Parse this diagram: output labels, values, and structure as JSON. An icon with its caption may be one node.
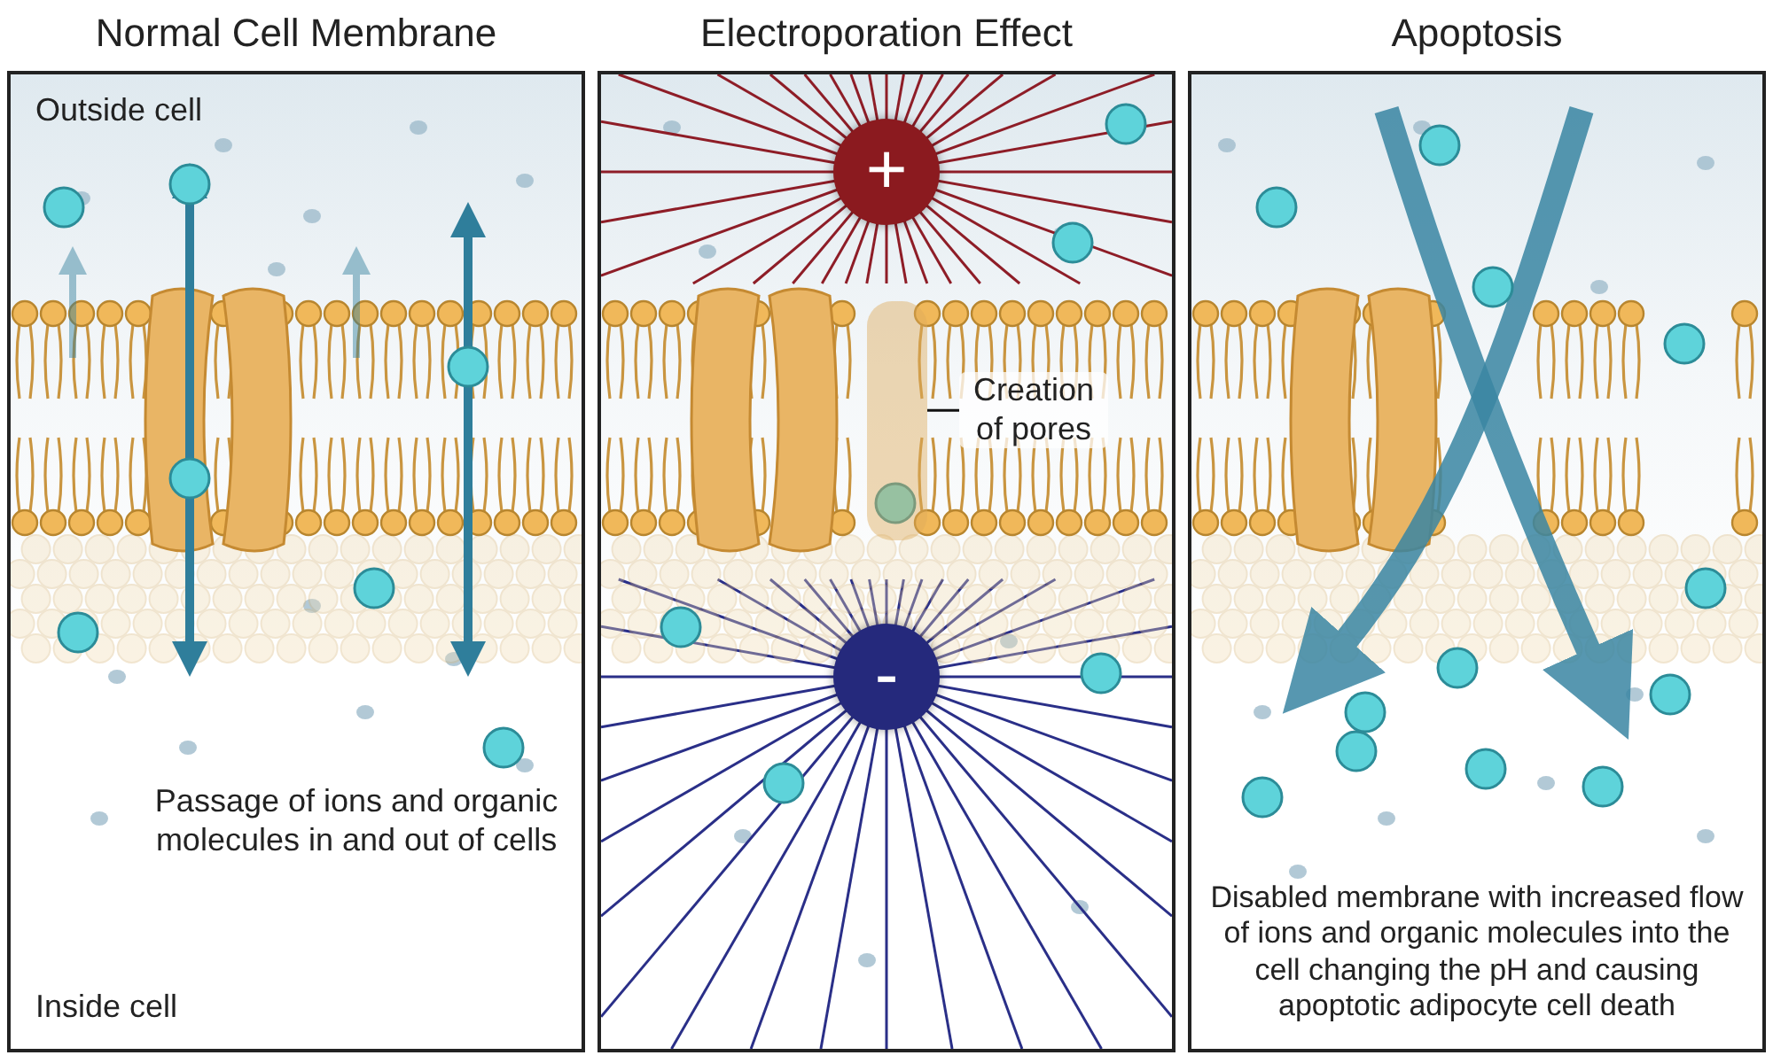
{
  "diagram": {
    "nodes": [
      {
        "text": [
          "Normal Cell Membrane",
          "Outside cell",
          "Passage of ions and organic molecules in and out of cells",
          "Inside cell"
        ]
      },
      {
        "text": [
          "Electroporation Effect"
        ]
      },
      {
        "text": [
          "+"
        ],
        "in": 1
      },
      {
        "text": [
          "-"
        ],
        "in": 1
      },
      {
        "text": [
          "Creation of pores"
        ],
        "in": 1
      },
      {
        "text": [],
        "shape": "picture",
        "in": 1
      },
      {
        "text": [
          "Apoptosis",
          "Disabled membrane with increased flow of ions and organic molecules into the cell changing the pH and causing apoptotic adipocyte cell death"
        ]
      }
    ],
    "edges": [
      {
        "from": 4,
        "to": 5,
        "arrow": "none"
      }
    ]
  }
}
